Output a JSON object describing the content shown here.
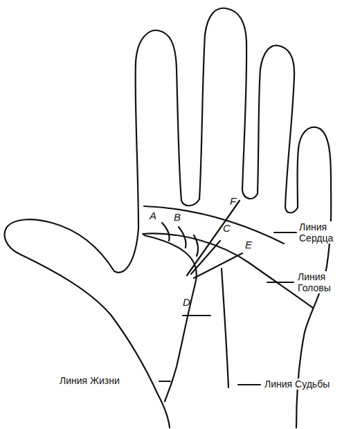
{
  "diagram": {
    "labels": [
      "A",
      "B",
      "C",
      "D",
      "E",
      "F",
      "Линия Сердца",
      "Линия Головы",
      "Линия Жизни",
      "Линия Судьбы"
    ]
  }
}
